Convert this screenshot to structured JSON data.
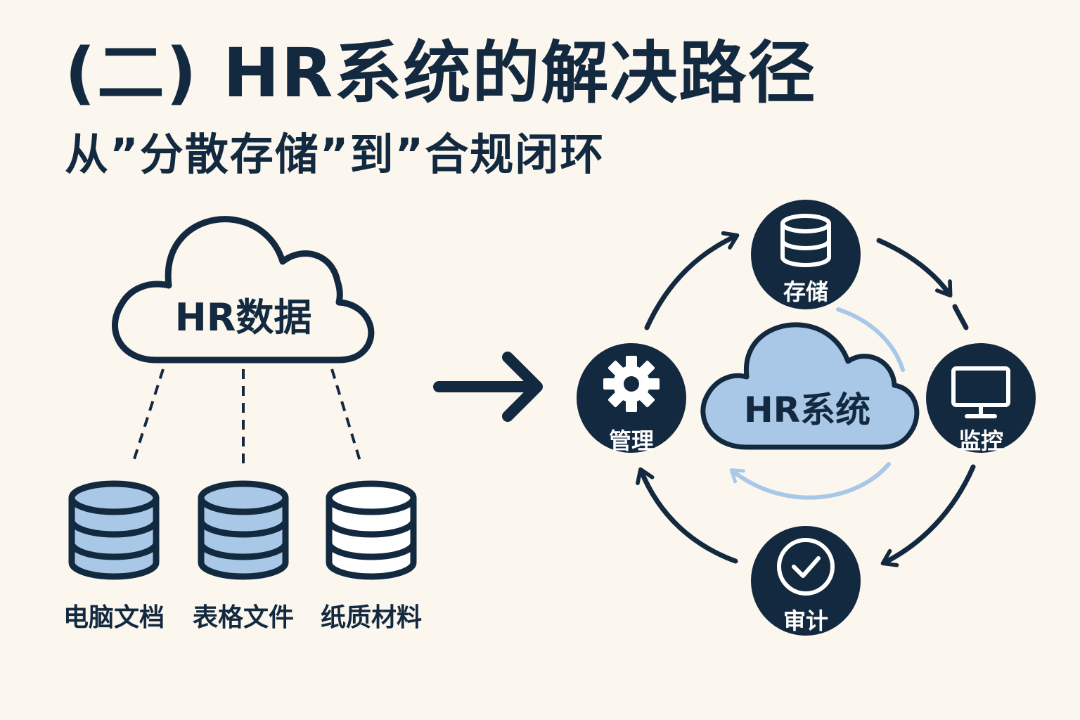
{
  "title": "(二) HR系统的解决路径",
  "subtitle": "从”分散存储”到”合规闭环",
  "source": {
    "cloud_label": "HR数据",
    "databases": [
      {
        "label": "电脑文档",
        "fill": "#a9c8e8"
      },
      {
        "label": "表格文件",
        "fill": "#a9c8e8"
      },
      {
        "label": "纸质材料",
        "fill": "#ffffff"
      }
    ]
  },
  "system": {
    "center_label": "HR系统",
    "nodes": [
      {
        "label": "存储",
        "icon": "database-icon"
      },
      {
        "label": "监控",
        "icon": "monitor-icon"
      },
      {
        "label": "审计",
        "icon": "check-circle-icon"
      },
      {
        "label": "管理",
        "icon": "gear-icon"
      }
    ]
  },
  "colors": {
    "navy": "#13293f",
    "light_blue": "#a9c8e8",
    "background": "#fbf6ee"
  }
}
